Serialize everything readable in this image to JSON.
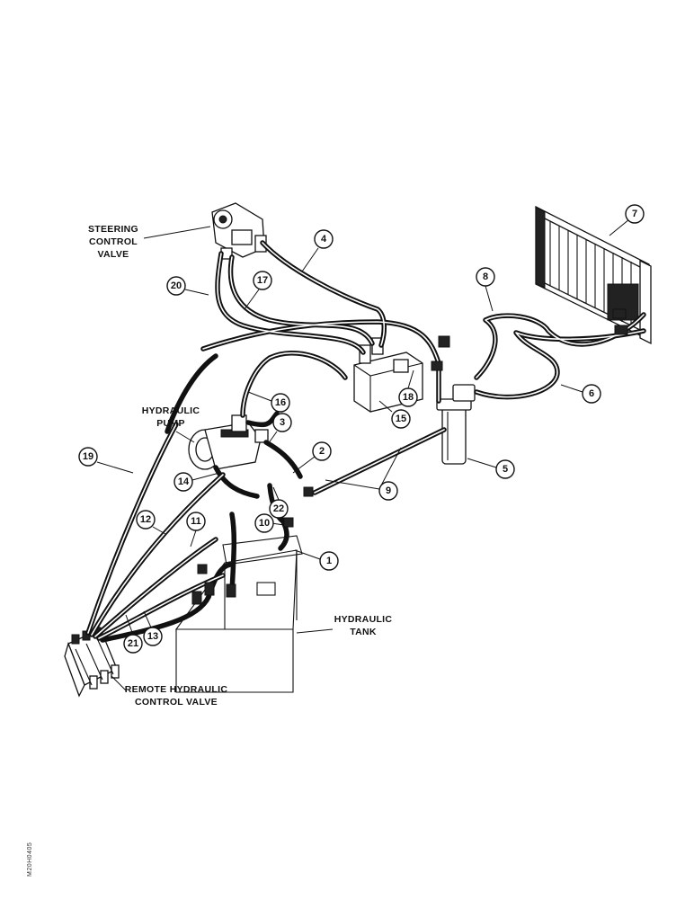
{
  "labels": {
    "steering_control_valve": [
      "STEERING",
      "CONTROL",
      "VALVE"
    ],
    "hydraulic_pump": [
      "HYDRAULIC",
      "PUMP"
    ],
    "hydraulic_tank": [
      "HYDRAULIC",
      "TANK"
    ],
    "remote_control_valve": [
      "REMOTE HYDRAULIC",
      "CONTROL VALVE"
    ]
  },
  "callouts": [
    "1",
    "2",
    "3",
    "4",
    "5",
    "6",
    "7",
    "8",
    "9",
    "10",
    "11",
    "12",
    "13",
    "14",
    "15",
    "16",
    "17",
    "18",
    "19",
    "20",
    "21",
    "22"
  ],
  "side_code": "M20H0405"
}
